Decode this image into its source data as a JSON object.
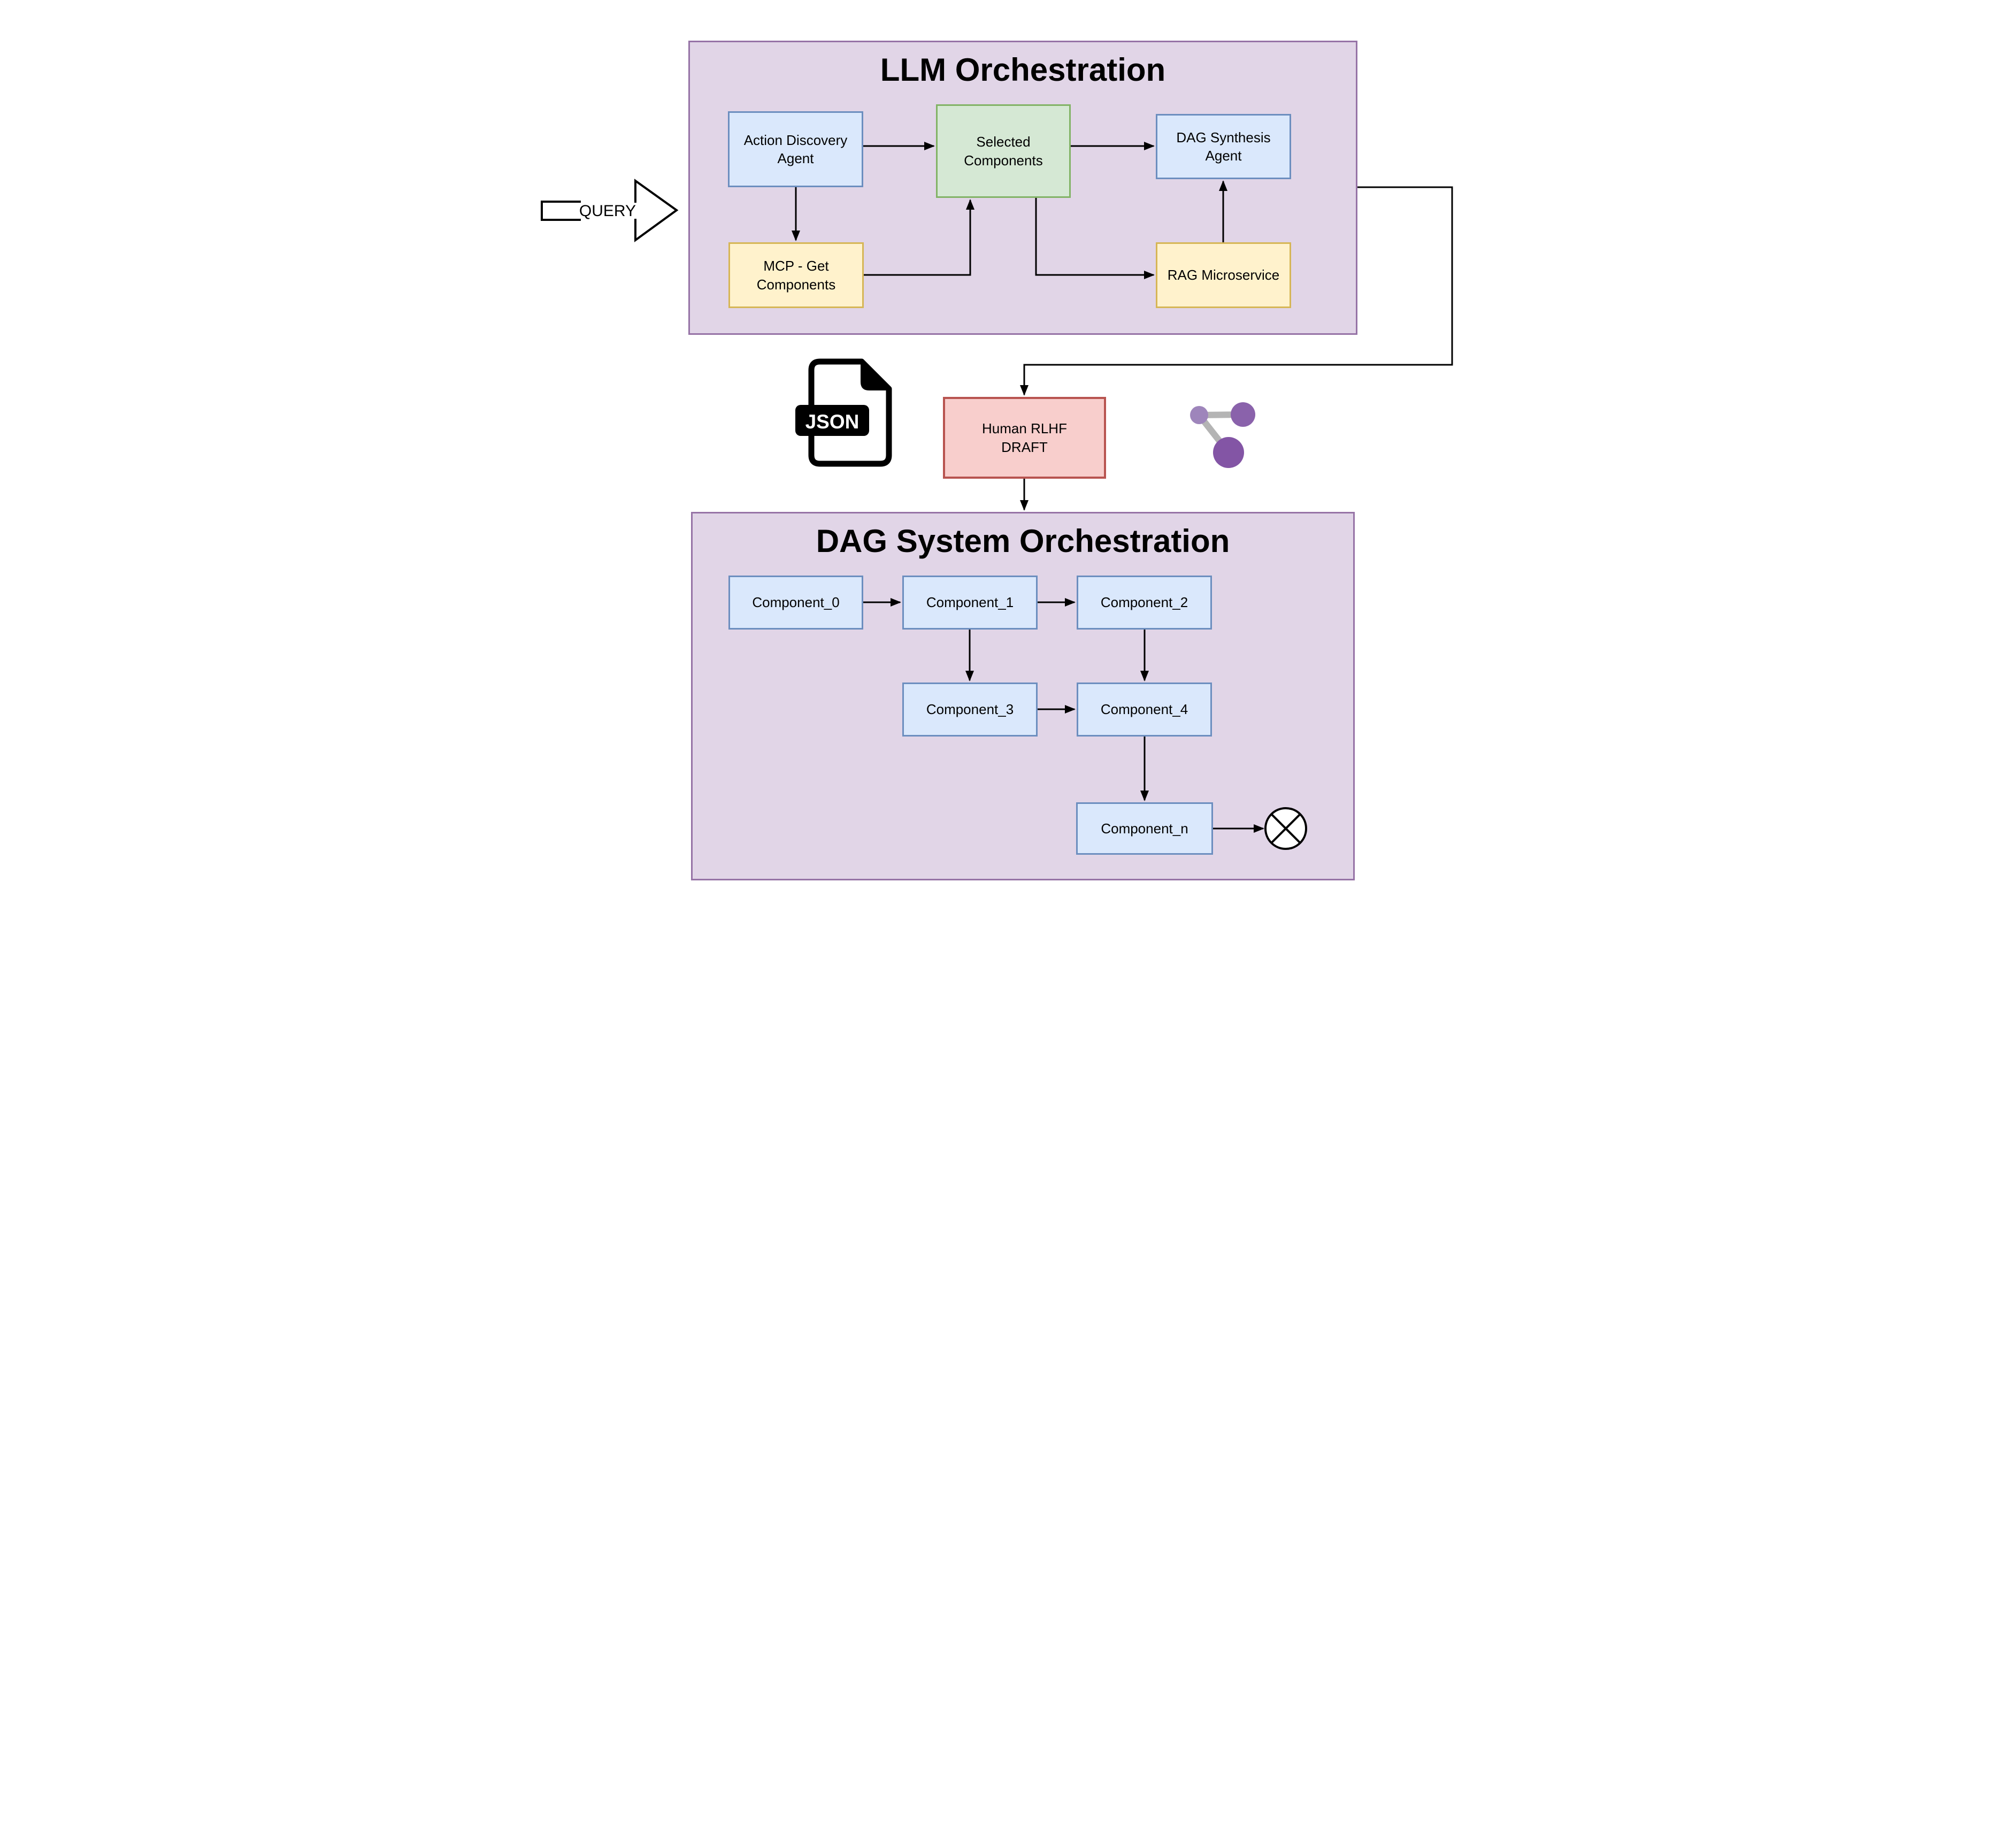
{
  "colors": {
    "container_fill": "#e1d5e7",
    "container_border": "#9673a6",
    "blue_fill": "#dae8fc",
    "blue_border": "#6c8ebf",
    "green_fill": "#d5e8d4",
    "green_border": "#82b366",
    "yellow_fill": "#fff2cc",
    "yellow_border": "#d6b656",
    "red_fill": "#f8cecc",
    "red_border": "#b85450",
    "arrow": "#000000",
    "icon_black": "#000000",
    "share_node_small": "#9e85bb",
    "share_node_medium": "#8a62ab",
    "share_node_large": "#8355a5",
    "share_link": "#b4b4b4"
  },
  "query_label": "QUERY",
  "llm": {
    "title": "LLM Orchestration",
    "nodes": {
      "action_discovery": {
        "lines": [
          "Action Discovery",
          "Agent"
        ]
      },
      "selected_components": {
        "lines": [
          "Selected",
          "Components"
        ]
      },
      "dag_synthesis": {
        "lines": [
          "DAG Synthesis Agent"
        ]
      },
      "mcp_get_components": {
        "lines": [
          "MCP - Get",
          "Components"
        ]
      },
      "rag_microservice": {
        "lines": [
          "RAG Microservice"
        ]
      }
    }
  },
  "handoff": {
    "json_icon_label": "JSON",
    "human_rlhf": {
      "lines": [
        "Human RLHF",
        "DRAFT"
      ]
    }
  },
  "dag": {
    "title": "DAG System Orchestration",
    "nodes": {
      "component_0": {
        "label": "Component_0"
      },
      "component_1": {
        "label": "Component_1"
      },
      "component_2": {
        "label": "Component_2"
      },
      "component_3": {
        "label": "Component_3"
      },
      "component_4": {
        "label": "Component_4"
      },
      "component_n": {
        "label": "Component_n"
      }
    }
  }
}
